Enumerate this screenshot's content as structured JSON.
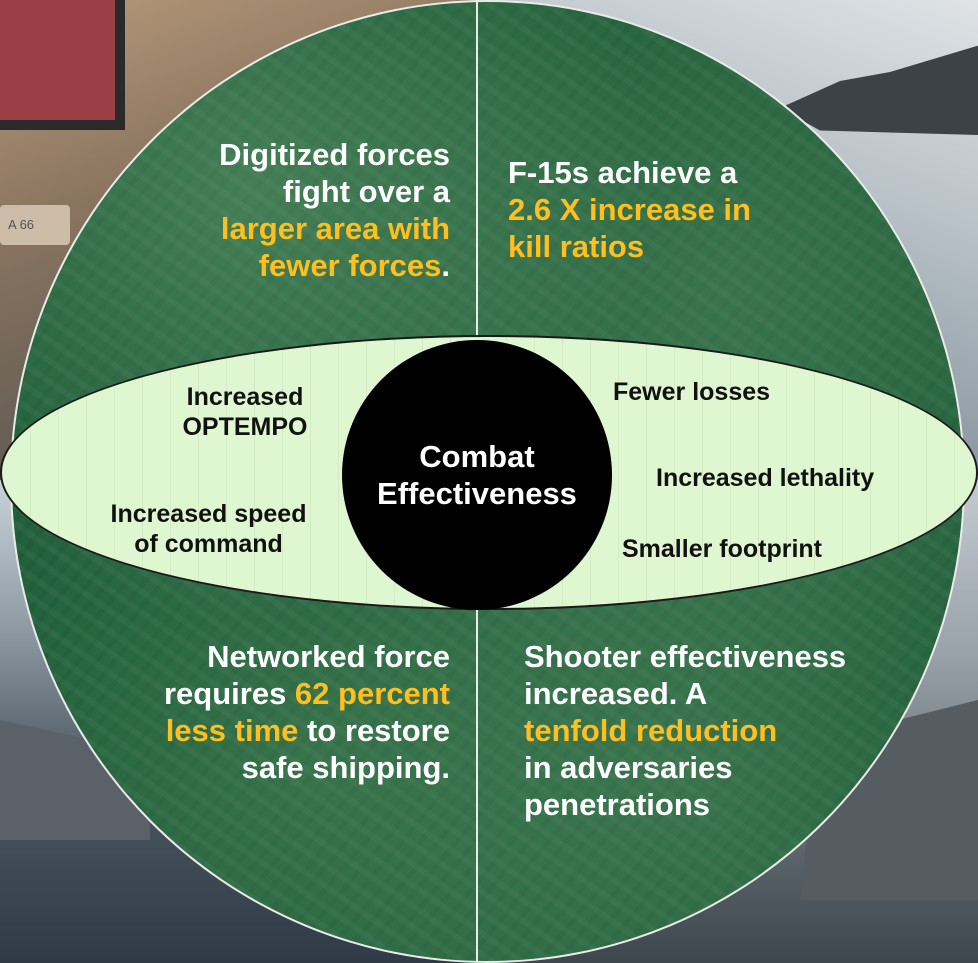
{
  "center": {
    "line1": "Combat",
    "line2": "Effectiveness"
  },
  "quadrants": {
    "top_left": {
      "text1": "Digitized forces",
      "text2": "fight over a",
      "hl1": "larger area with",
      "hl2": "fewer forces",
      "end": "."
    },
    "top_right": {
      "text1": "F-15s achieve a",
      "hl1": "2.6 X increase in",
      "hl2": "kill ratios"
    },
    "bottom_left": {
      "text1": "Networked force",
      "text2": "requires ",
      "hl1": "62 percent",
      "hl2": "less time",
      "text3": " to restore",
      "text4": "safe shipping."
    },
    "bottom_right": {
      "text1": "Shooter effectiveness",
      "text2": "increased. A",
      "hl1": "tenfold reduction",
      "text3": "in adversaries",
      "text4": "penetrations"
    }
  },
  "band": {
    "left": [
      {
        "line1": "Increased",
        "line2": "OPTEMPO"
      },
      {
        "line1": "Increased speed",
        "line2": "of command"
      }
    ],
    "right": [
      "Fewer losses",
      "Increased lethality",
      "Smaller footprint"
    ]
  },
  "background": {
    "tank_marking": "A 66"
  },
  "colors": {
    "highlight": "#ffbf1f",
    "disc_green": "#1f5e3a",
    "band_fill": "#dff7d0",
    "center_fill": "#000000"
  }
}
